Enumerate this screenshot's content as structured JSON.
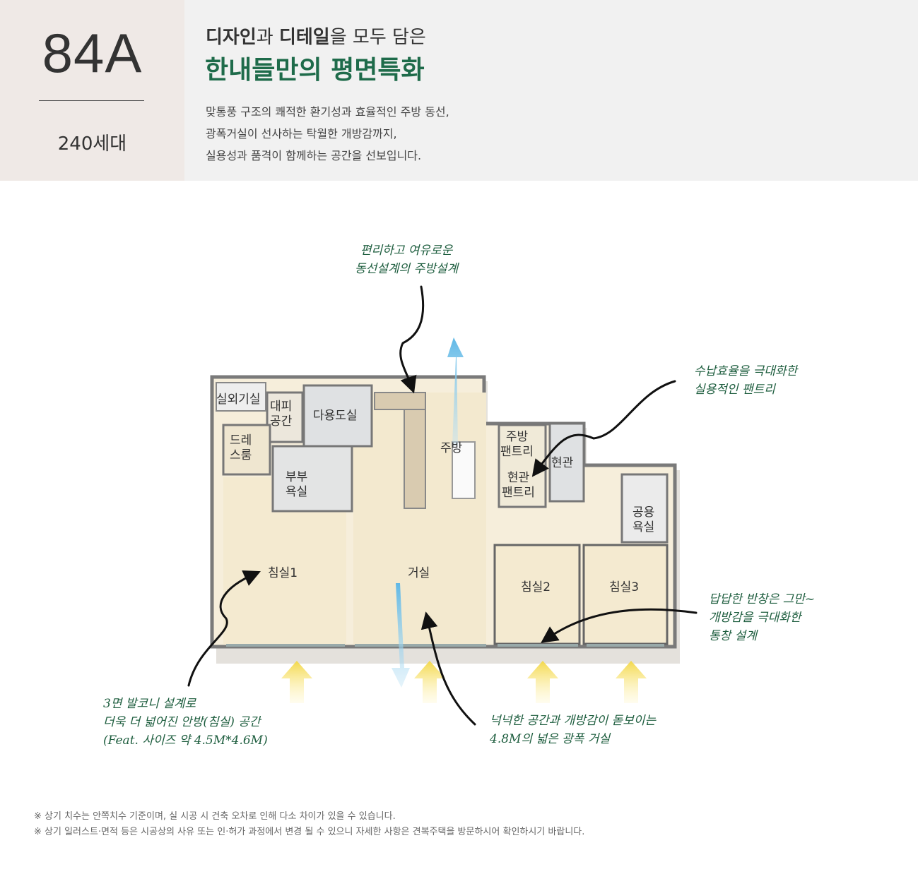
{
  "header": {
    "type": "84A",
    "units": "240세대",
    "headline_parts": [
      "디자인",
      "과 ",
      "디테일",
      "을 모두 담은"
    ],
    "subhead": "한내들만의 평면특화",
    "description": [
      "맞통풍 구조의 쾌적한 환기성과 효율적인 주방 동선,",
      "광폭거실이 선사하는 탁월한 개방감까지,",
      "실용성과 품격이 함께하는 공간을 선보입니다."
    ],
    "accent_color": "#1e6b4a"
  },
  "rooms": {
    "outdoor_unit": "실외기실",
    "evac": "대피\n공간",
    "utility": "다용도실",
    "dress": "드레\n스룸",
    "master_bath": "부부\n욕실",
    "kitchen": "주방",
    "kitchen_pantry": "주방\n팬트리",
    "entrance": "현관",
    "entrance_pantry": "현관\n팬트리",
    "common_bath": "공용\n욕실",
    "bed1": "침실1",
    "living": "거실",
    "bed2": "침실2",
    "bed3": "침실3"
  },
  "notes": {
    "kitchen": "편리하고 여유로운\n동선설계의 주방설계",
    "pantry": "수납효율을 극대화한\n실용적인 팬트리",
    "window": "답답한 반창은 그만~\n개방감을 극대화한\n통창 설계",
    "master": "3면 발코니 설계로\n더욱 더 넓어진 안방(침실) 공간\n(Feat. 사이즈 약 4.5M*4.6M)",
    "living": "넉넉한 공간과 개방감이 돋보이는\n4.8M의 넓은 광폭 거실"
  },
  "footer": [
    "※ 상기 치수는 안쪽치수 기준이며, 실 시공 시 건축 오차로 인해 다소 차이가 있을 수 있습니다.",
    "※ 상기 일러스트·면적 등은 시공상의 사유 또는 인·허가 과정에서 변경 될 수 있으니 자세한 사항은 견복주택을 방문하시어 확인하시기 바랍니다."
  ]
}
